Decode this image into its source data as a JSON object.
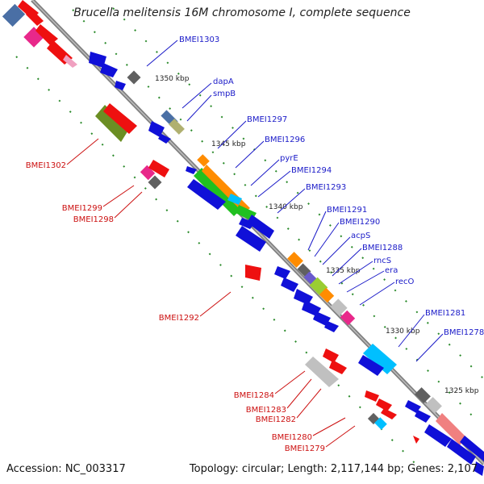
{
  "title": "Brucella melitensis 16M chromosome I, complete sequence",
  "accession": "Accession: NC_003317",
  "topology": "Topology: circular; Length: 2,117,144 bp; Genes: 2,107",
  "kbp_labels": [
    "1350 kbp",
    "1345 kbp",
    "1340 kbp",
    "1335 kbp",
    "1330 kbp",
    "1325 kbp"
  ],
  "gene_labels_blue": [
    "BMEI1303",
    "dapA",
    "smpB",
    "BMEI1297",
    "BMEI1296",
    "pyrE",
    "BMEI1294",
    "BMEI1293",
    "BMEI1291",
    "BMEI1290",
    "acpS",
    "BMEI1288",
    "rncS",
    "era",
    "recO",
    "BMEI1281",
    "BMEI1278"
  ],
  "gene_labels_red": [
    "BMEI1302",
    "BMEI1299",
    "BMEI1298",
    "BMEI1292",
    "BMEI1284",
    "BMEI1283",
    "BMEI1282",
    "BMEI1280",
    "BMEI1279"
  ],
  "colors": {
    "forward_blue": "#1010d8",
    "reverse_red": "#ee1010",
    "label_blue": "#1a1ac8",
    "label_red": "#cc1010",
    "backbone": "#808080"
  }
}
